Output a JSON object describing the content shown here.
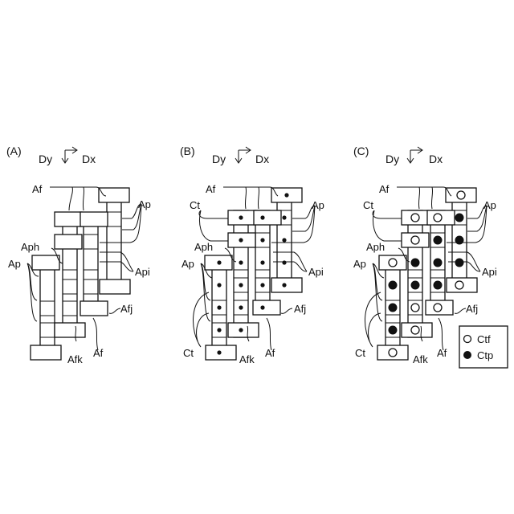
{
  "panels": [
    {
      "id": "A",
      "tag": "(A)",
      "dir_y": "Dy",
      "dir_x": "Dx",
      "labels": {
        "af_top": "Af",
        "ap_right": "Ap",
        "aph": "Aph",
        "ap_left": "Ap",
        "api": "Api",
        "afj": "Afj",
        "afk": "Afk",
        "af_bottom": "Af"
      }
    },
    {
      "id": "B",
      "tag": "(B)",
      "dir_y": "Dy",
      "dir_x": "Dx",
      "labels": {
        "af_top": "Af",
        "ct_top": "Ct",
        "ap_right": "Ap",
        "aph": "Aph",
        "ap_left": "Ap",
        "api": "Api",
        "afj": "Afj",
        "ct_bottom": "Ct",
        "afk": "Afk",
        "af_bottom": "Af"
      }
    },
    {
      "id": "C",
      "tag": "(C)",
      "dir_y": "Dy",
      "dir_x": "Dx",
      "labels": {
        "af_top": "Af",
        "ct_top": "Ct",
        "ap_right": "Ap",
        "aph": "Aph",
        "ap_left": "Ap",
        "api": "Api",
        "afj": "Afj",
        "ct_bottom": "Ct",
        "afk": "Afk",
        "af_bottom": "Af"
      }
    }
  ],
  "legend": [
    {
      "marker": "open-circle",
      "label": "Ctf"
    },
    {
      "marker": "filled-circle",
      "label": "Ctp"
    }
  ]
}
